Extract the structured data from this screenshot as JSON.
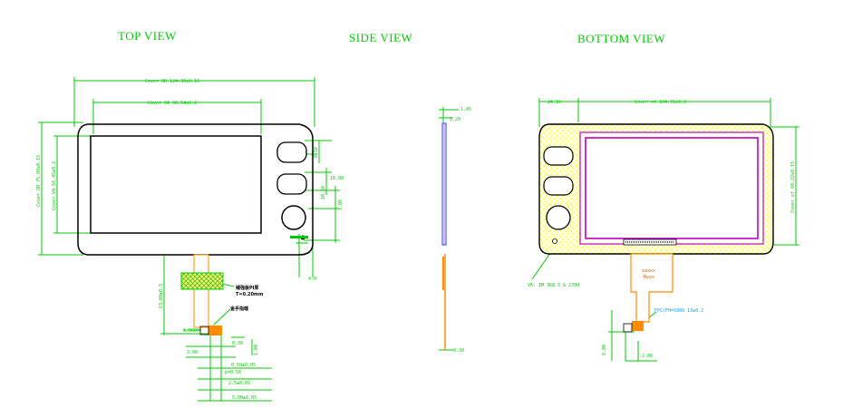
{
  "colors": {
    "dimension": "#00c800",
    "outline": "#000000",
    "fpc": "#ff8c00",
    "display_edge": "#4060ff",
    "active_area": "#c000c0",
    "adhesive_fill": "#ffff66",
    "note_blue": "#00a0ff"
  },
  "views": {
    "top": "TOP VIEW",
    "side": "SIDE VIEW",
    "bottom": "BOTTOM VIEW"
  },
  "top_view": {
    "dim_outline_width": "Cover OD 124.30±0.15",
    "dim_va_width": "Cover VA 98.64±0.2",
    "dim_outline_height": "Cover OD 75.00±0.15",
    "dim_va_height": "Cover VA 56.45±0.2",
    "dim_right_1": "10.90",
    "dim_right_2": "10.50",
    "dim_right_3": "0.50",
    "dim_right_4": "7.00",
    "dim_right_5": "4.0",
    "dim_fpc_length": "63.00±0.5",
    "note_stiffener": "補強板PI厚",
    "note_stiffener_2": "T=0.20mm",
    "note_gold": "金手指端",
    "dim_pitch_label": "1.0000",
    "dim_b1": "3.00",
    "dim_b2": "0.30",
    "dim_b3": "1.00",
    "dim_b4": "0.50±0.05",
    "dim_b5": "p=0.50",
    "dim_b6": "2.5±0.05",
    "dim_b7": "5.00±0.05"
  },
  "side_view": {
    "dim_top_1": "1.45",
    "dim_top_2": "1.20",
    "dim_bottom": "0.30"
  },
  "bottom_view": {
    "dim_left_offset": "24.10",
    "dim_width": "Cover of 104.91±0.2",
    "dim_height": "Cover of 60.22±0.15",
    "note_ink": "VA: IM 368.5 & 2700",
    "note_fpc": "FPC/FH=5000 13±0.2",
    "label_conn_1": "xxxxx",
    "label_conn_2": "Bxxx",
    "dim_bottom_1": "8.00",
    "dim_bottom_2": "2.00"
  }
}
